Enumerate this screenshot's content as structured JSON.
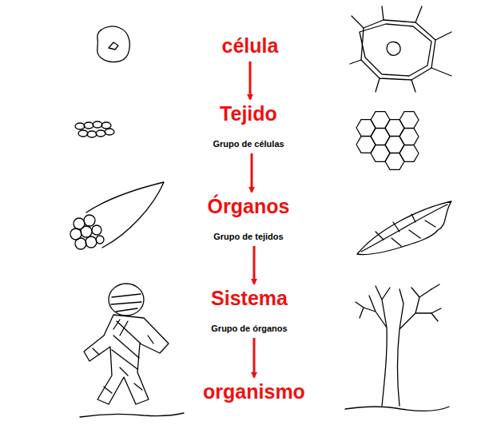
{
  "diagram": {
    "nodes": [
      {
        "text": [
          "célula"
        ]
      },
      {
        "text": [
          "Tejido",
          "Grupo de células"
        ]
      },
      {
        "text": [
          "Órganos",
          "Grupo de tejidos"
        ]
      },
      {
        "text": [
          "Sistema",
          "Grupo de órganos"
        ]
      },
      {
        "text": [
          "organismo"
        ]
      }
    ],
    "edges": [
      {
        "from": 0,
        "to": 1,
        "arrow": "to"
      },
      {
        "from": 1,
        "to": 2,
        "arrow": "to"
      },
      {
        "from": 2,
        "to": 3,
        "arrow": "to"
      },
      {
        "from": 3,
        "to": 4,
        "arrow": "to"
      }
    ]
  }
}
